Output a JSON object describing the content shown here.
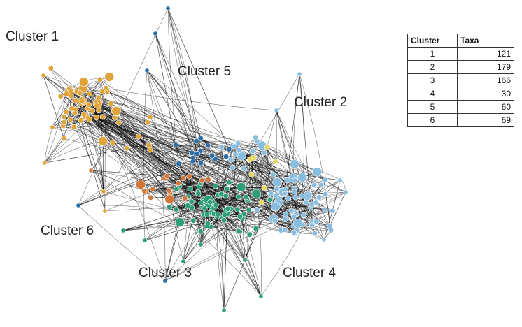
{
  "diagram": {
    "clusters": [
      {
        "id": "1",
        "label": "Cluster 1",
        "color": "#E0A43A"
      },
      {
        "id": "2",
        "label": "Cluster 2",
        "color": "#88BDE0"
      },
      {
        "id": "3",
        "label": "Cluster 3",
        "color": "#2E9E78"
      },
      {
        "id": "4",
        "label": "Cluster 4",
        "color": "#E6D95A"
      },
      {
        "id": "5",
        "label": "Cluster 5",
        "color": "#2F6FA8"
      },
      {
        "id": "6",
        "label": "Cluster 6",
        "color": "#D2773A"
      }
    ]
  },
  "table": {
    "headers": {
      "cluster": "Cluster",
      "taxa": "Taxa"
    },
    "rows": [
      {
        "cluster": "1",
        "taxa": "121"
      },
      {
        "cluster": "2",
        "taxa": "179"
      },
      {
        "cluster": "3",
        "taxa": "166"
      },
      {
        "cluster": "4",
        "taxa": "30"
      },
      {
        "cluster": "5",
        "taxa": "60"
      },
      {
        "cluster": "6",
        "taxa": "69"
      }
    ]
  }
}
